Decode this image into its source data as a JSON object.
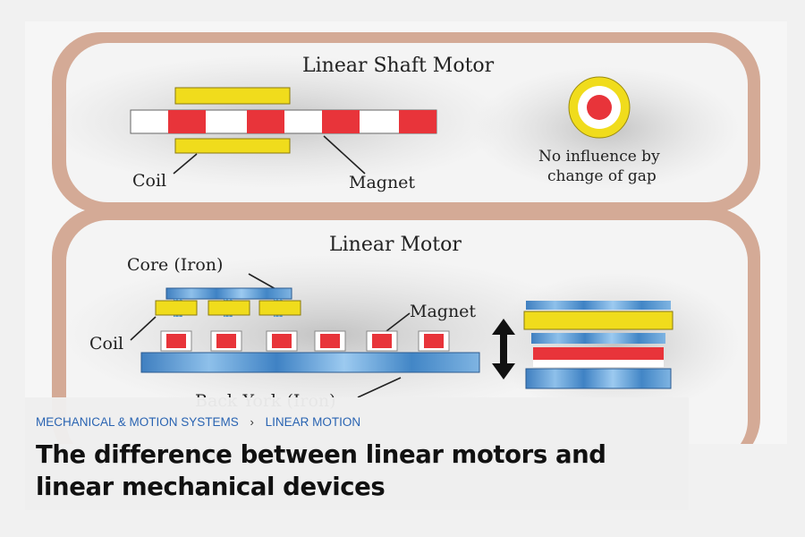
{
  "diagram": {
    "top_panel": {
      "title": "Linear Shaft Motor",
      "coil_label": "Coil",
      "magnet_label": "Magnet",
      "note_line1": "No influence by",
      "note_line2": "change of gap"
    },
    "bottom_panel": {
      "title": "Linear Motor",
      "core_label": "Core (Iron)",
      "coil_label": "Coil",
      "magnet_label": "Magnet",
      "yoke_label": "Back York (Iron)"
    },
    "colors": {
      "coil": "#f0dc1c",
      "magnet": "#e8343a",
      "iron": "#4a8cc8",
      "frame": "#d4aa96"
    }
  },
  "caption": {
    "breadcrumb": [
      {
        "label": "MECHANICAL & MOTION SYSTEMS"
      },
      {
        "label": "LINEAR MOTION"
      }
    ],
    "separator": "›",
    "headline": "The difference between linear motors and linear mechanical devices"
  }
}
